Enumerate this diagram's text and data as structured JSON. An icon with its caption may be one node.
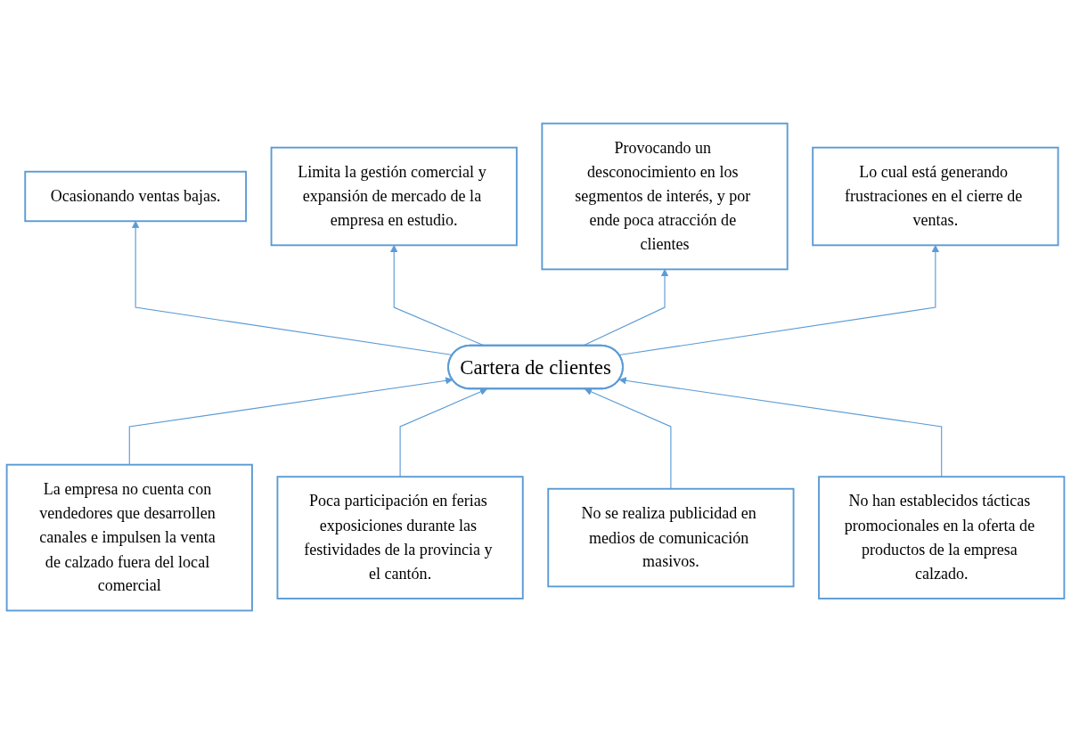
{
  "diagram": {
    "nodes": [
      {
        "text": [
          "Ocasionando ventas bajas."
        ]
      },
      {
        "text": [
          "Limita la gestión comercial y expansión de mercado de la empresa en estudio."
        ]
      },
      {
        "text": [
          "Provocando un desconocimiento en los segmentos de interés, y por ende poca atracción de clientes"
        ]
      },
      {
        "text": [
          "Lo cual está generando frustraciones en el cierre de ventas."
        ]
      },
      {
        "text": [
          "Cartera de clientes"
        ]
      },
      {
        "text": [
          "La empresa no cuenta con vendedores que desarrollen canales e impulsen la venta de calzado fuera del local comercial"
        ]
      },
      {
        "text": [
          "Poca participación en ferias exposiciones durante las festividades de la provincia y el cantón."
        ]
      },
      {
        "text": [
          "No se realiza publicidad en medios de comunicación masivos."
        ]
      },
      {
        "text": [
          "No han establecidos tácticas promocionales en la oferta de productos de la empresa calzado."
        ]
      }
    ],
    "edges": [
      {
        "from": 4,
        "to": 0,
        "arrow": "to"
      },
      {
        "from": 4,
        "to": 1,
        "arrow": "to"
      },
      {
        "from": 4,
        "to": 2,
        "arrow": "to"
      },
      {
        "from": 4,
        "to": 3,
        "arrow": "to"
      },
      {
        "from": 5,
        "to": 4,
        "arrow": "to"
      },
      {
        "from": 6,
        "to": 4,
        "arrow": "to"
      },
      {
        "from": 7,
        "to": 4,
        "arrow": "to"
      },
      {
        "from": 8,
        "to": 4,
        "arrow": "to"
      }
    ]
  }
}
